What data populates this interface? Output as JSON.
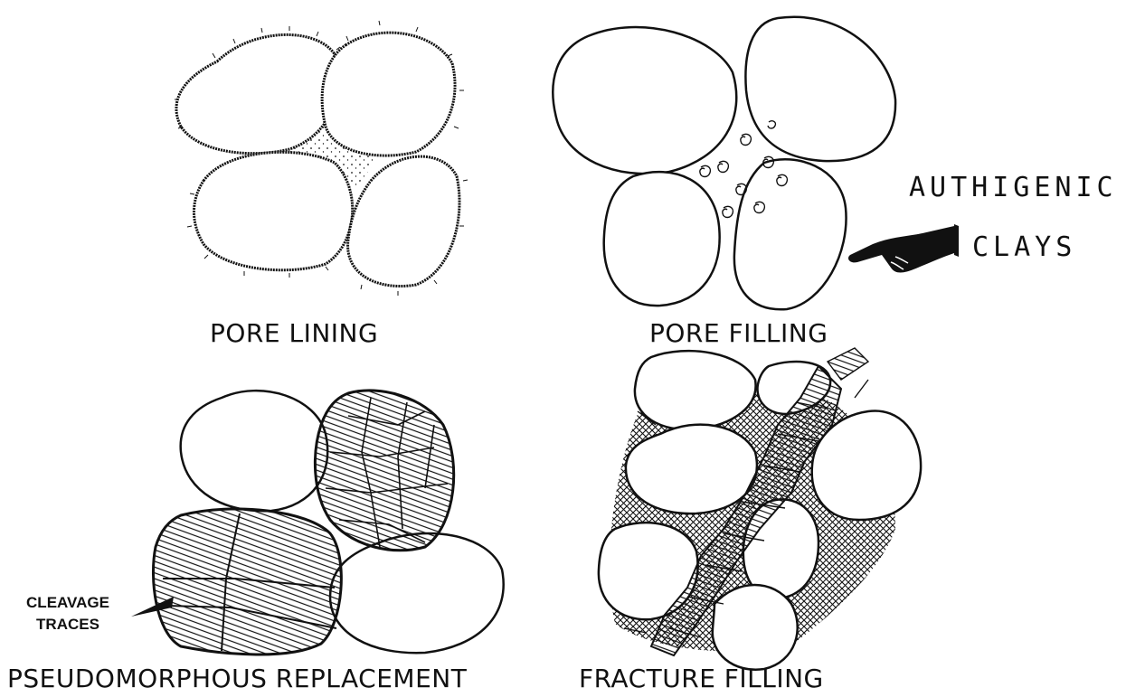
{
  "panels": {
    "pore_lining": {
      "label": "PORE LINING"
    },
    "pore_filling": {
      "label": "PORE FILLING"
    },
    "pseudomorphous": {
      "label": "PSEUDOMORPHOUS REPLACEMENT"
    },
    "fracture": {
      "label": "FRACTURE FILLING"
    }
  },
  "legend": {
    "line1": "AUTHIGENIC",
    "line2": "CLAYS"
  },
  "annotation": {
    "line1": "CLEAVAGE",
    "line2": "TRACES"
  },
  "colors": {
    "ink": "#111111",
    "paper": "#ffffff"
  }
}
